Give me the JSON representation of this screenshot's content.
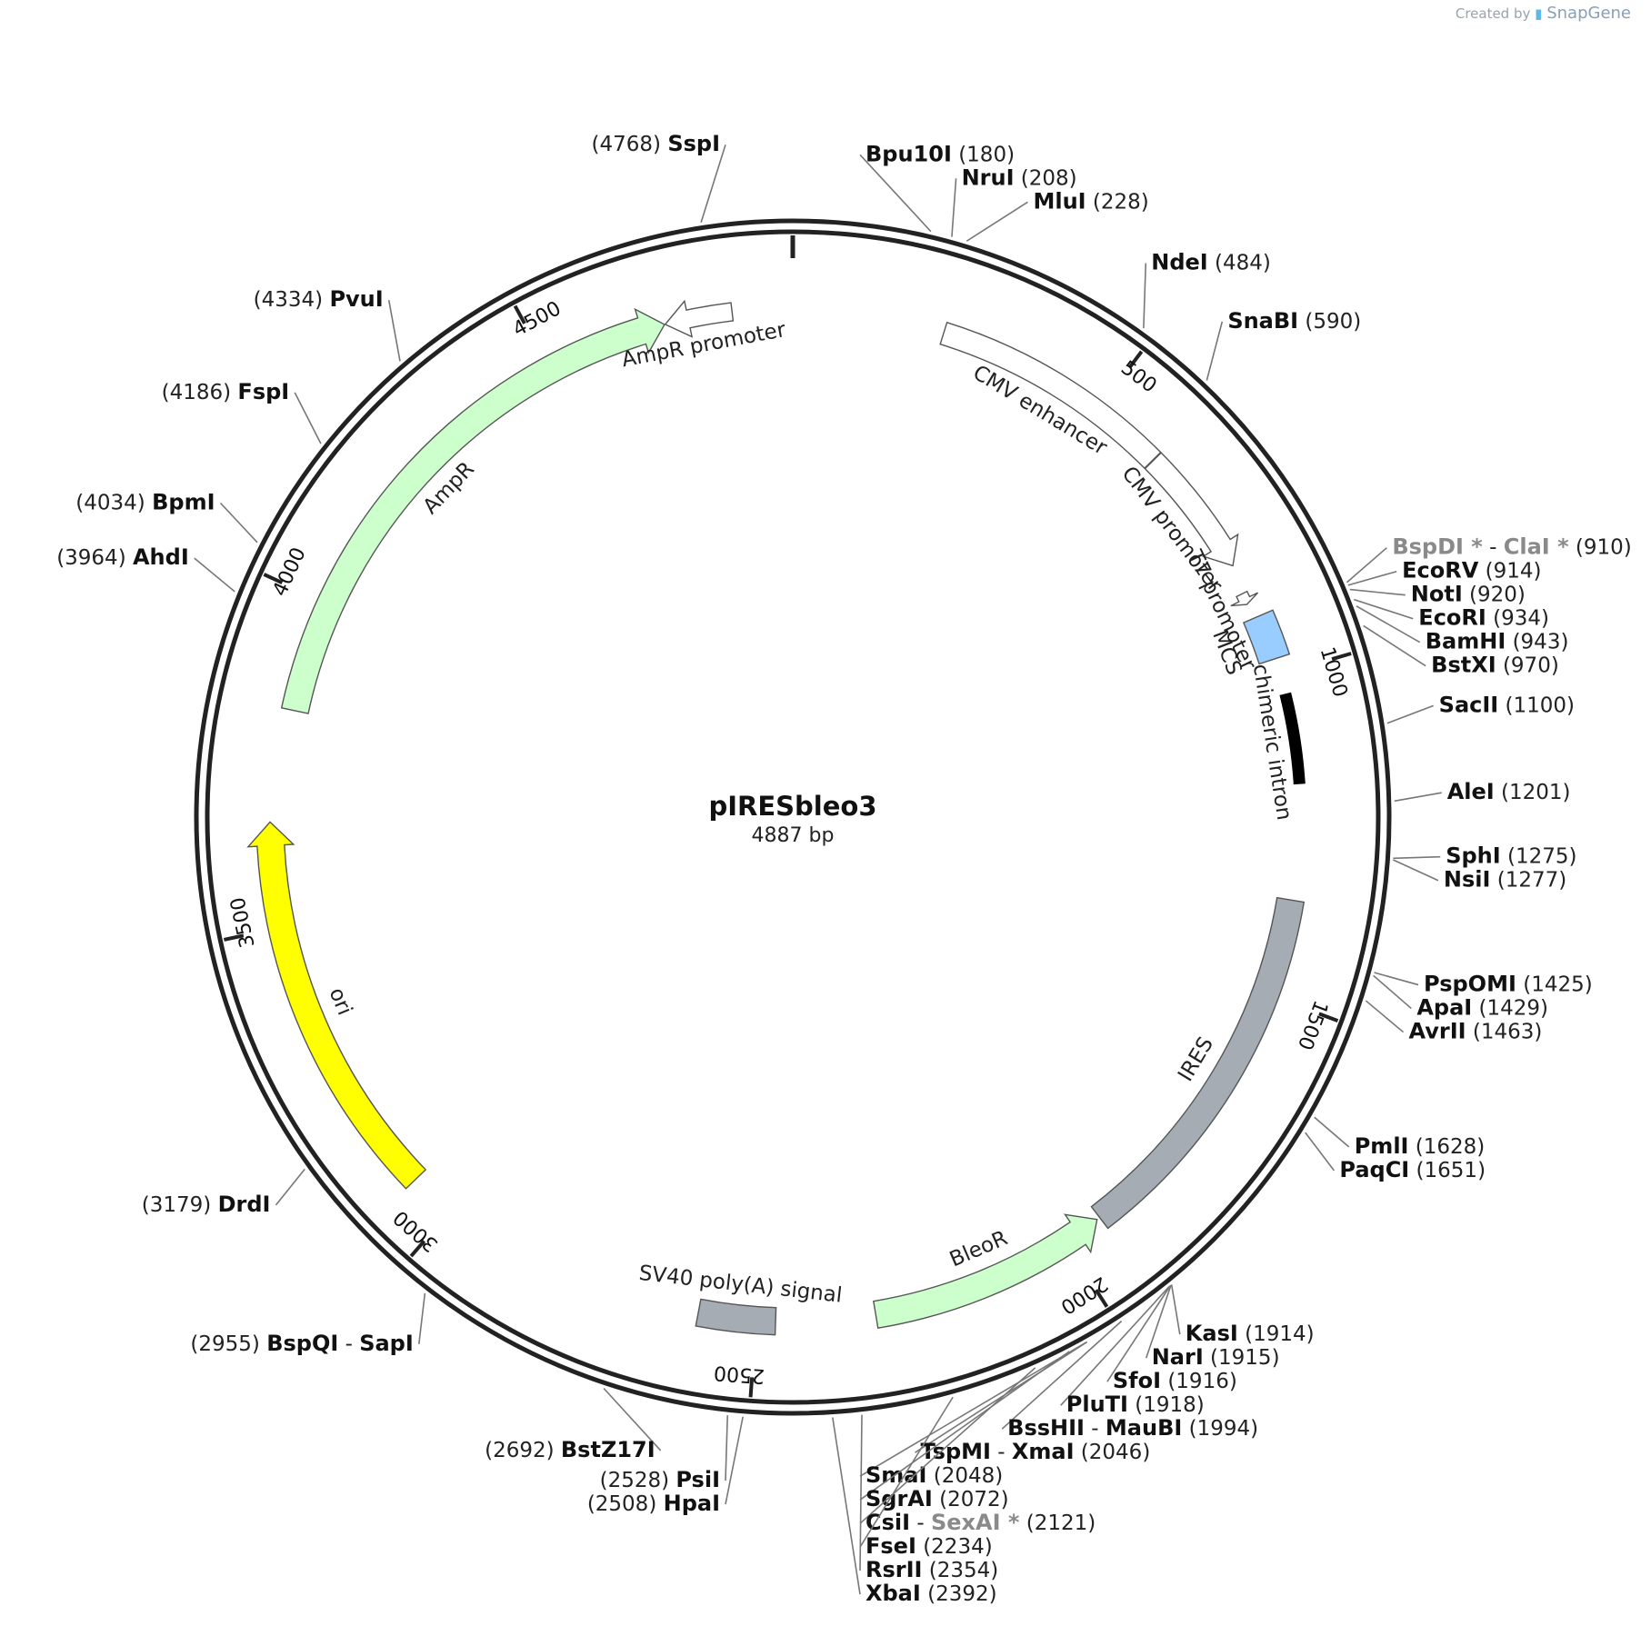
{
  "credit": {
    "prefix": "Created by",
    "brand": "SnapGene"
  },
  "plasmid": {
    "name": "pIRESbleo3",
    "length_label": "4887 bp",
    "length": 4887
  },
  "ticks": [
    {
      "pos": 500,
      "label": "500"
    },
    {
      "pos": 1000,
      "label": "1000"
    },
    {
      "pos": 1500,
      "label": "1500"
    },
    {
      "pos": 2000,
      "label": "2000"
    },
    {
      "pos": 2500,
      "label": "2500"
    },
    {
      "pos": 3000,
      "label": "3000"
    },
    {
      "pos": 3500,
      "label": "3500"
    },
    {
      "pos": 4000,
      "label": "4000"
    },
    {
      "pos": 4500,
      "label": "4500"
    }
  ],
  "features": [
    {
      "name": "CMV enhancer",
      "start": 235,
      "end": 614,
      "kind": "enhancer",
      "color": "#ffffff"
    },
    {
      "name": "CMV promoter",
      "start": 615,
      "end": 818,
      "kind": "promoter",
      "color": "#ffffff"
    },
    {
      "name": "T7 promoter",
      "start": 863,
      "end": 881,
      "kind": "promoter",
      "color": "#ffffff"
    },
    {
      "name": "MCS",
      "start": 905,
      "end": 975,
      "kind": "box",
      "color": "#99ccff"
    },
    {
      "name": "chimeric intron",
      "start": 1035,
      "end": 1167,
      "kind": "intron",
      "color": "#000000"
    },
    {
      "name": "IRES",
      "start": 1350,
      "end": 1935,
      "kind": "box",
      "color": "#a6acb3"
    },
    {
      "name": "BleoR",
      "start": 1940,
      "end": 2315,
      "kind": "cds-rev",
      "color": "#ccffcc"
    },
    {
      "name": "SV40 poly(A) signal",
      "start": 2470,
      "end": 2590,
      "kind": "box",
      "color": "#a6acb3"
    },
    {
      "name": "ori",
      "start": 3070,
      "end": 3658,
      "kind": "cds-rev",
      "color": "#ffff00"
    },
    {
      "name": "AmpR",
      "start": 3829,
      "end": 4689,
      "kind": "cds-rev",
      "color": "#ccffcc"
    },
    {
      "name": "AmpR promoter",
      "start": 4690,
      "end": 4794,
      "kind": "promoter-rev",
      "color": "#ffffff"
    }
  ],
  "sites": [
    {
      "name": "Bpu10I",
      "pos": "180",
      "p": 180
    },
    {
      "name": "NruI",
      "pos": "208",
      "p": 208
    },
    {
      "name": "MluI",
      "pos": "228",
      "p": 228
    },
    {
      "name": "NdeI",
      "pos": "484",
      "p": 484
    },
    {
      "name": "SnaBI",
      "pos": "590",
      "p": 590
    },
    {
      "name": "BspDI *",
      "name2": "ClaI *",
      "grey": true,
      "pos": "910",
      "p": 910
    },
    {
      "name": "EcoRV",
      "pos": "914",
      "p": 914
    },
    {
      "name": "NotI",
      "pos": "920",
      "p": 920
    },
    {
      "name": "EcoRI",
      "pos": "934",
      "p": 934
    },
    {
      "name": "BamHI",
      "pos": "943",
      "p": 943
    },
    {
      "name": "BstXI",
      "pos": "970",
      "p": 970
    },
    {
      "name": "SacII",
      "pos": "1100",
      "p": 1100
    },
    {
      "name": "AleI",
      "pos": "1201",
      "p": 1201
    },
    {
      "name": "SphI",
      "pos": "1275",
      "p": 1275
    },
    {
      "name": "NsiI",
      "pos": "1277",
      "p": 1277
    },
    {
      "name": "PspOMI",
      "pos": "1425",
      "p": 1425
    },
    {
      "name": "ApaI",
      "pos": "1429",
      "p": 1429
    },
    {
      "name": "AvrII",
      "pos": "1463",
      "p": 1463
    },
    {
      "name": "PmlI",
      "pos": "1628",
      "p": 1628
    },
    {
      "name": "PaqCI",
      "pos": "1651",
      "p": 1651
    },
    {
      "name": "KasI",
      "pos": "1914",
      "p": 1914
    },
    {
      "name": "NarI",
      "pos": "1915",
      "p": 1915
    },
    {
      "name": "SfoI",
      "pos": "1916",
      "p": 1916
    },
    {
      "name": "PluTI",
      "pos": "1918",
      "p": 1918
    },
    {
      "name": "BssHII",
      "name2": "MauBI",
      "pos": "1994",
      "p": 1994
    },
    {
      "name": "TspMI",
      "name2": "XmaI",
      "pos": "2046",
      "p": 2046
    },
    {
      "name": "SmaI",
      "pos": "2048",
      "p": 2048
    },
    {
      "name": "SgrAI",
      "pos": "2072",
      "p": 2072
    },
    {
      "name": "CsiI",
      "name2": "SexAI *",
      "grey2": true,
      "pos": "2121",
      "p": 2121
    },
    {
      "name": "FseI",
      "pos": "2234",
      "p": 2234
    },
    {
      "name": "RsrII",
      "pos": "2354",
      "p": 2354
    },
    {
      "name": "XbaI",
      "pos": "2392",
      "p": 2392
    },
    {
      "name": "HpaI",
      "pos": "2508",
      "p": 2508
    },
    {
      "name": "PsiI",
      "pos": "2528",
      "p": 2528
    },
    {
      "name": "BstZ17I",
      "pos": "2692",
      "p": 2692
    },
    {
      "name": "BspQI",
      "name2": "SapI",
      "pos": "2955",
      "p": 2955
    },
    {
      "name": "DrdI",
      "pos": "3179",
      "p": 3179
    },
    {
      "name": "AhdI",
      "pos": "3964",
      "p": 3964
    },
    {
      "name": "BpmI",
      "pos": "4034",
      "p": 4034
    },
    {
      "name": "FspI",
      "pos": "4186",
      "p": 4186
    },
    {
      "name": "PvuI",
      "pos": "4334",
      "p": 4334
    },
    {
      "name": "SspI",
      "pos": "4768",
      "p": 4768
    }
  ]
}
